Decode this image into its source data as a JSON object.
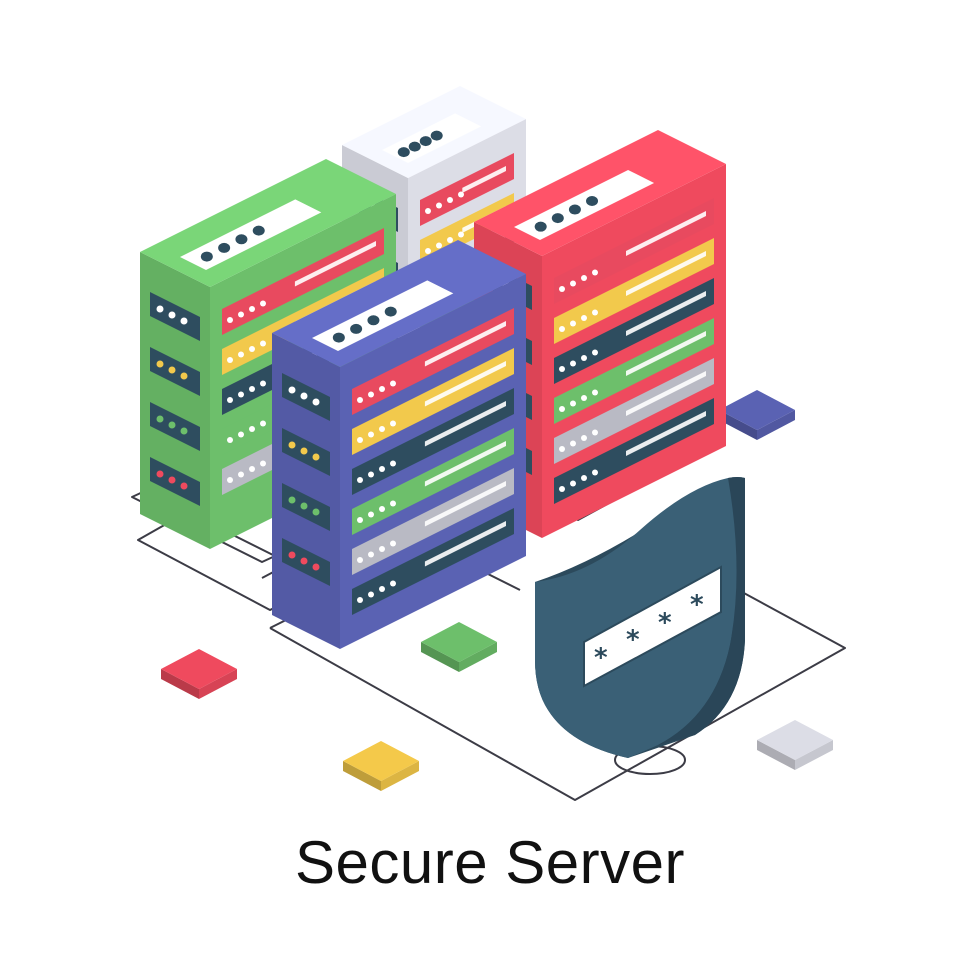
{
  "caption": "Secure Server",
  "illustration": {
    "servers": [
      {
        "id": "white",
        "icon": "server-rack-icon",
        "color": "#dcdde6"
      },
      {
        "id": "green",
        "icon": "server-rack-icon",
        "color": "#6dbf6b"
      },
      {
        "id": "red",
        "icon": "server-rack-icon",
        "color": "#ef4a5e"
      },
      {
        "id": "blue",
        "icon": "server-rack-icon",
        "color": "#5a62b3"
      }
    ],
    "shield": {
      "icon": "password-shield-icon",
      "color": "#355b72",
      "mask": "****"
    },
    "tiles": [
      {
        "color": "#5a62b3"
      },
      {
        "color": "#6dbf6b"
      },
      {
        "color": "#ef4a5e"
      },
      {
        "color": "#f4c94a"
      },
      {
        "color": "#dcdde6"
      }
    ],
    "palette": {
      "panel_red": "#e84a5f",
      "panel_yellow": "#f2c94c",
      "panel_dark": "#2e4d5f",
      "panel_green": "#6dbf6b",
      "panel_grey": "#b9bac4",
      "panel_blue": "#5a62b3",
      "line": "#3c3c46"
    }
  }
}
